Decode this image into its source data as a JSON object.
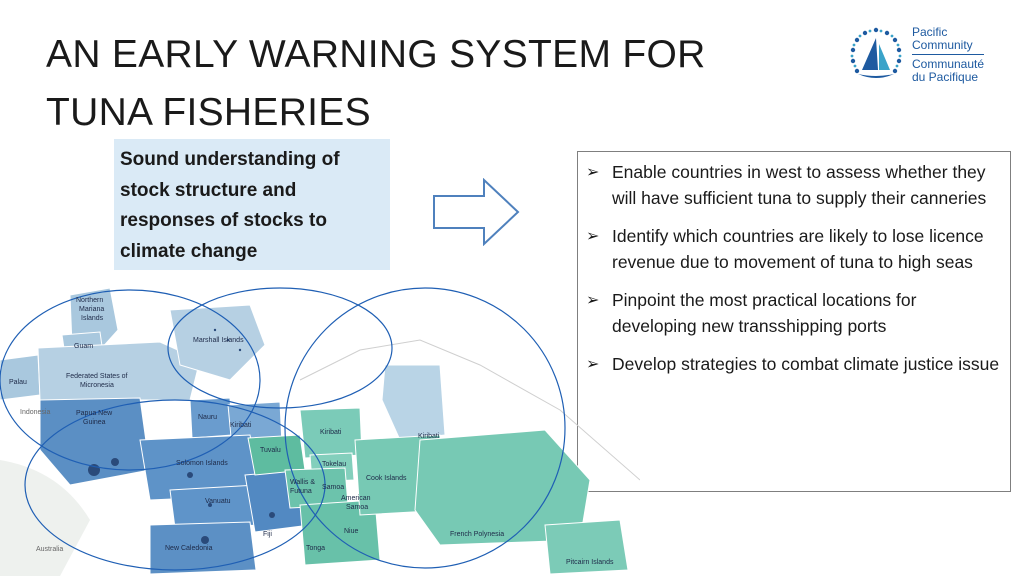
{
  "slide": {
    "title_line1": "AN EARLY WARNING SYSTEM FOR",
    "title_line2": "TUNA FISHERIES"
  },
  "logo": {
    "line1": "Pacific",
    "line2": "Community",
    "line3": "Communauté",
    "line4": "du Pacifique",
    "icon": "pacific-community-emblem"
  },
  "callout": {
    "line1": "Sound understanding of",
    "line2": "stock structure and",
    "line3": "responses of stocks to",
    "line4": "climate change"
  },
  "bullets": [
    "Enable countries in west to assess whether they will have sufficient tuna to supply their canneries",
    "Identify which countries are likely to lose licence revenue due to movement of tuna to high seas",
    "Pinpoint the most practical locations for developing new transshipping ports",
    "Develop strategies to combat climate justice issue"
  ],
  "bullet_glyph": "➢",
  "map_labels": {
    "northern_mariana_1": "Northern",
    "northern_mariana_2": "Mariana",
    "northern_mariana_3": "Islands",
    "guam": "Guam",
    "marshall": "Marshall Islands",
    "palau": "Palau",
    "fsm_1": "Federated States of",
    "fsm_2": "Micronesia",
    "indonesia": "Indonesia",
    "png_1": "Papua New",
    "png_2": "Guinea",
    "nauru": "Nauru",
    "kiribati_w": "Kiribati",
    "kiribati_c": "Kiribati",
    "kiribati_e": "Kiribati",
    "tuvalu": "Tuvalu",
    "solomon": "Solomon Islands",
    "tokelau": "Tokelau",
    "cook": "Cook Islands",
    "wallis_1": "Wallis &",
    "wallis_2": "Futuna",
    "samoa": "Samoa",
    "amsamoa_1": "American",
    "amsamoa_2": "Samoa",
    "vanuatu": "Vanuatu",
    "fiji": "Fiji",
    "niue": "Niue",
    "french_polynesia": "French Polynesia",
    "new_caledonia": "New Caledonia",
    "tonga": "Tonga",
    "australia": "Australia",
    "pitcairn": "Pitcairn Islands"
  },
  "colors": {
    "callout_bg": "#daeaf6",
    "western_eez": "#5b8fc4",
    "central_eez": "#5ebca0",
    "eastern_eez": "#77c9b4",
    "pale_eez": "#a9c8de",
    "circle_stroke": "#1f5fb4",
    "logo_blue": "#1e5aa0"
  }
}
